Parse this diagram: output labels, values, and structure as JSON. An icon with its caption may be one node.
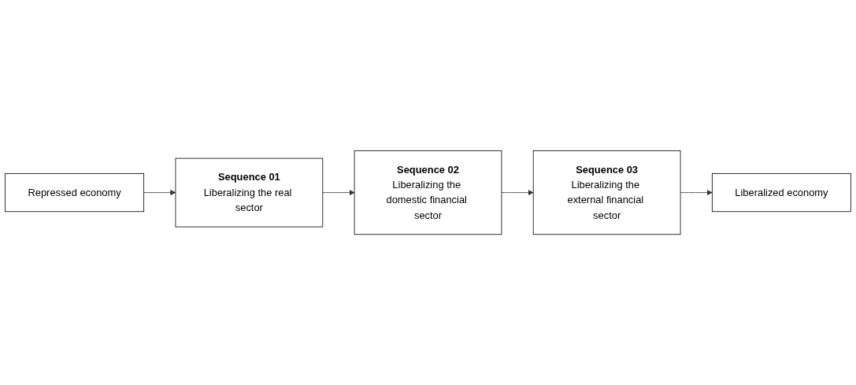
{
  "diagram": {
    "nodes": [
      {
        "text": [
          "Repressed economy"
        ]
      },
      {
        "text": [
          "Sequence 01",
          "Liberalizing the real sector"
        ]
      },
      {
        "text": [
          "Sequence 02",
          "Liberalizing the domestic financial sector"
        ]
      },
      {
        "text": [
          "Sequence 03",
          "Liberalizing the external financial sector"
        ]
      },
      {
        "text": [
          "Liberalized economy"
        ]
      }
    ],
    "edges": [
      {
        "from": 0,
        "to": 1,
        "arrow": "to"
      },
      {
        "from": 1,
        "to": 2,
        "arrow": "to"
      },
      {
        "from": 2,
        "to": 3,
        "arrow": "to"
      },
      {
        "from": 3,
        "to": 4,
        "arrow": "to"
      }
    ]
  }
}
